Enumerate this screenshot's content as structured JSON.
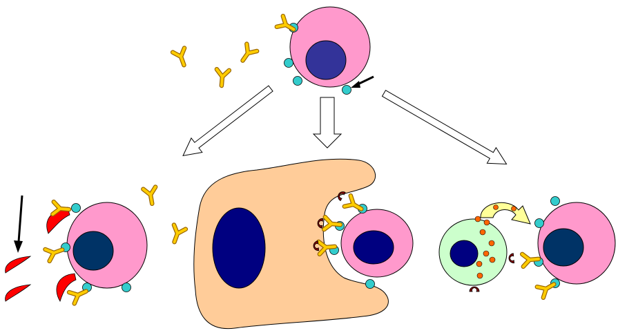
{
  "colors": {
    "target_cell": "#ff99cc",
    "target_nucleus_top": "#333399",
    "target_nucleus": "#003366",
    "antigen": "#33cccc",
    "antibody": "#ffcc00",
    "antibody_outline": "#996600",
    "complement": "#ff0000",
    "phagocyte": "#ffcc99",
    "phagocyte_nucleus": "#000080",
    "nk_cell": "#ccffcc",
    "granule": "#ff6600",
    "fc_receptor": "#800000",
    "release_arrow": "#ffff99",
    "pathway_arrow_fill": "#ffffff",
    "outline": "#000000"
  },
  "icons": {
    "pathway_arrow": "hollow-block-arrow-icon",
    "pointer_arrow": "black-arrow-icon",
    "antibody": "y-shaped-antibody-icon",
    "complement": "crescent-complement-icon",
    "granule_release": "curved-block-arrow-icon"
  },
  "diagram": {
    "free_antibody_count": 5,
    "target_cell_count": 4,
    "pathway_count": 3
  }
}
